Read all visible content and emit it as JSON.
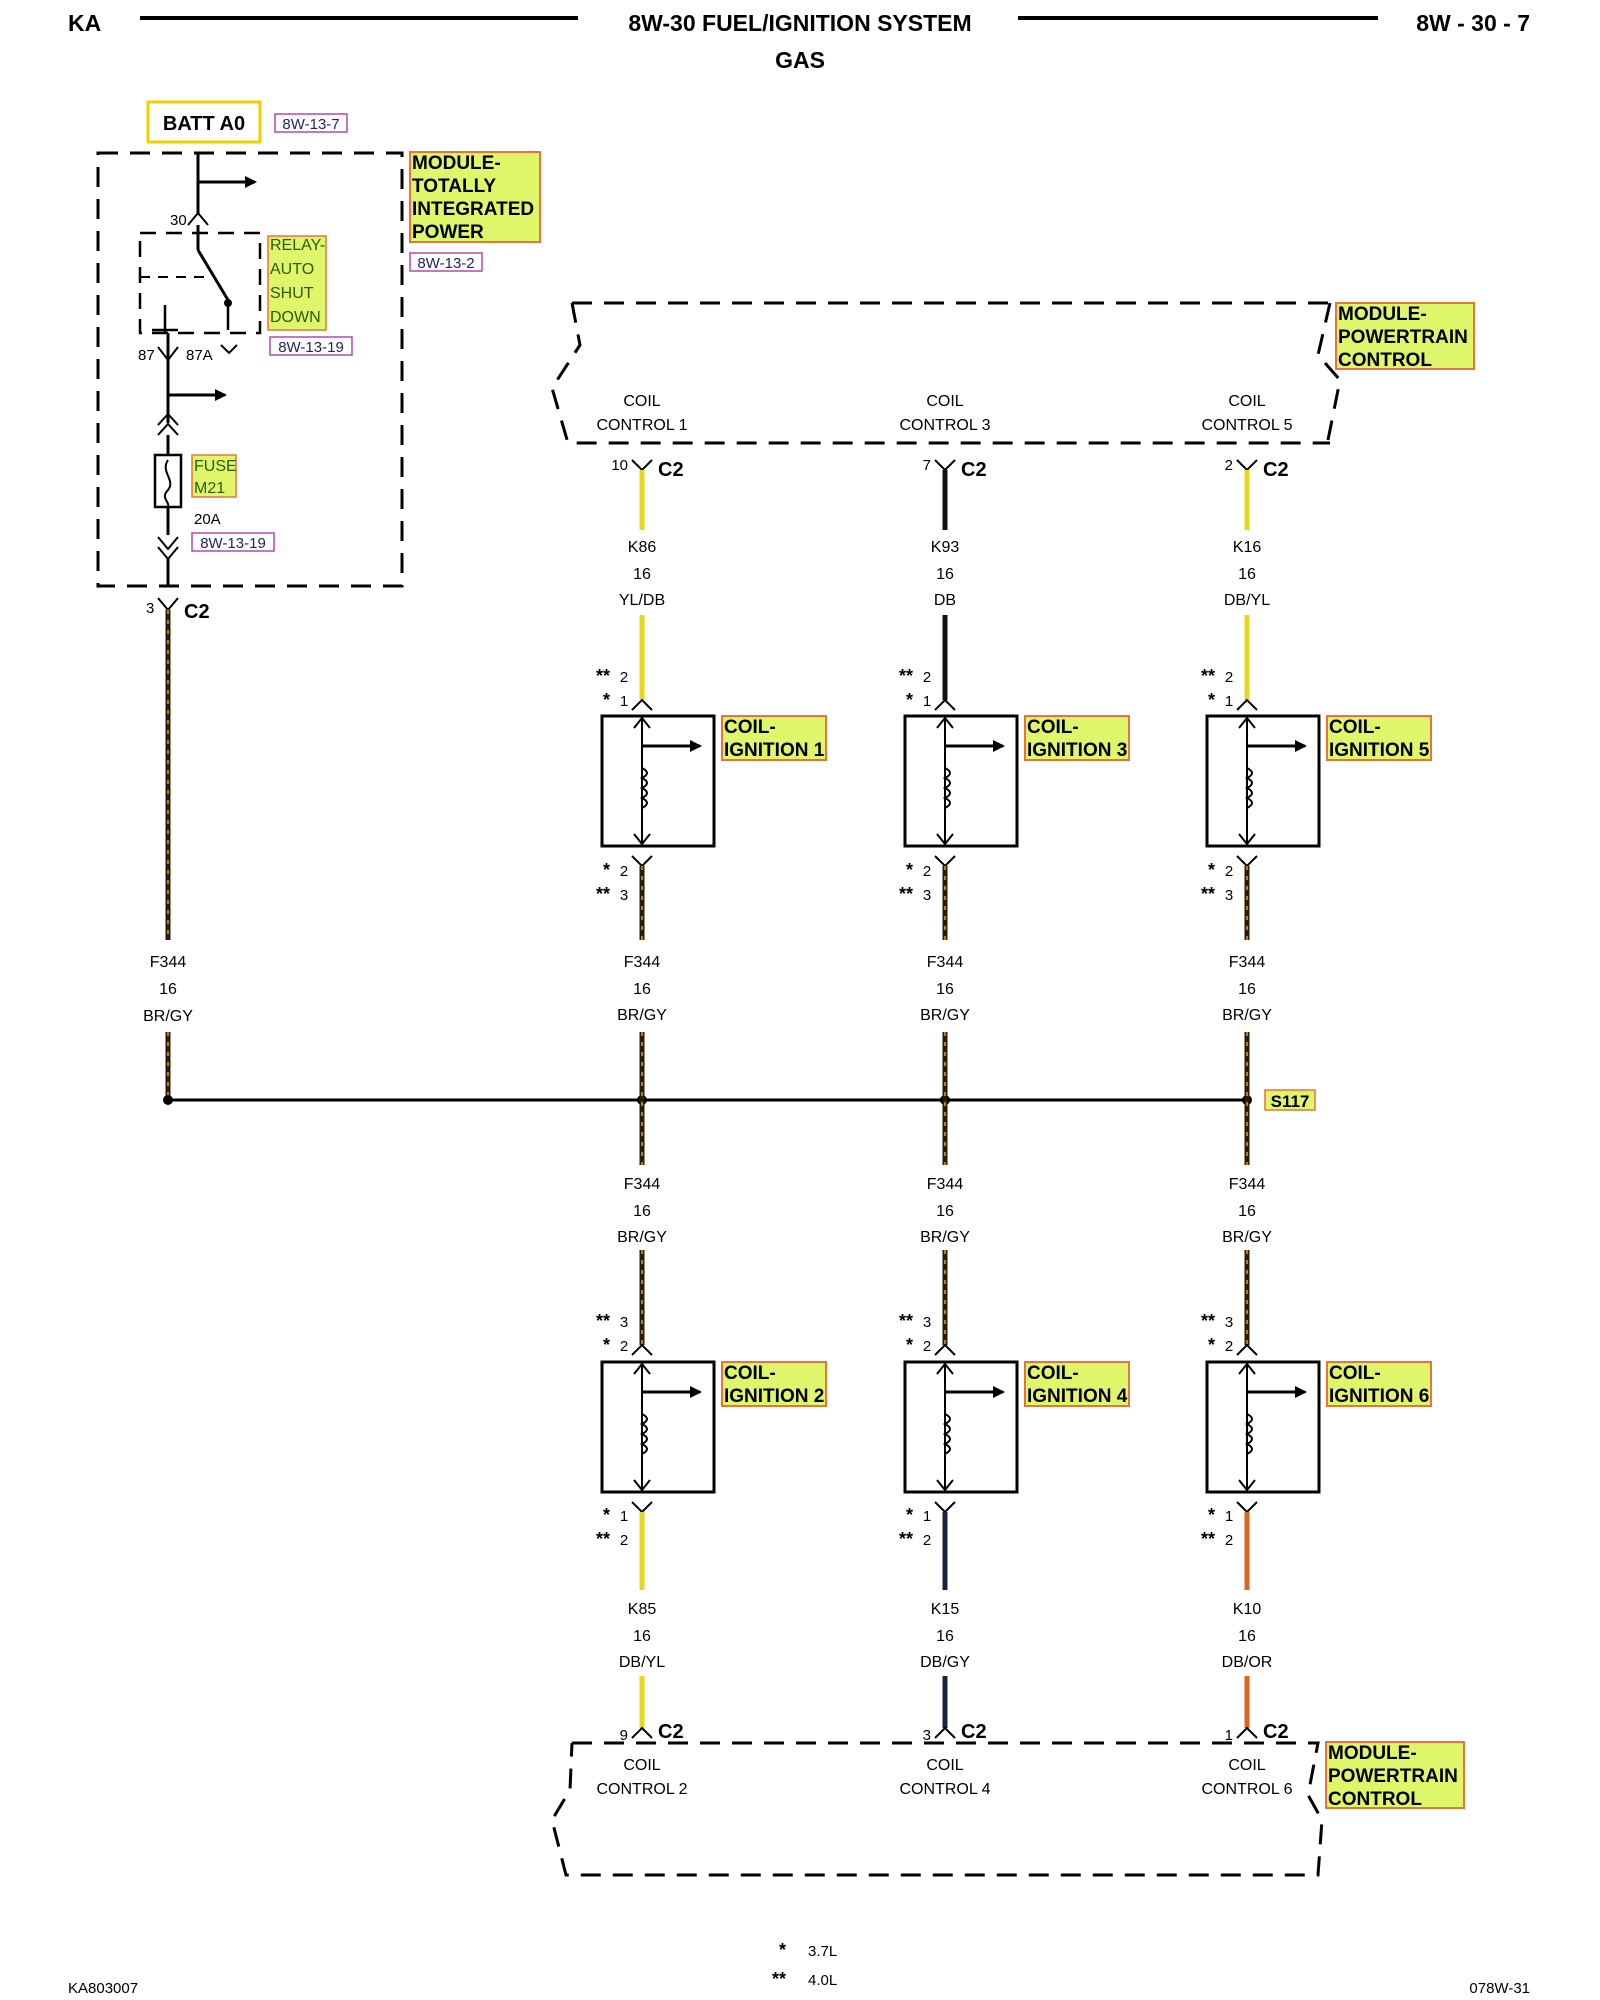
{
  "header": {
    "left": "KA",
    "title": "8W-30 FUEL/IGNITION SYSTEM",
    "subtitle": "GAS",
    "page": "8W - 30 - 7"
  },
  "tipm": {
    "batt_label": "BATT A0",
    "batt_ref": "8W-13-7",
    "module_lines": [
      "MODULE-",
      "TOTALLY",
      "INTEGRATED",
      "POWER"
    ],
    "module_ref": "8W-13-2",
    "relay_lines": [
      "RELAY-",
      "AUTO",
      "SHUT",
      "DOWN"
    ],
    "relay_ref": "8W-13-19",
    "pin_30": "30",
    "pin_87": "87",
    "pin_87a": "87A",
    "fuse_lines": [
      "FUSE",
      "M21"
    ],
    "fuse_rating": "20A",
    "fuse_ref": "8W-13-19",
    "out_pin": "3",
    "out_conn": "C2",
    "wire": {
      "circuit": "F344",
      "gauge": "16",
      "color": "BR/GY"
    }
  },
  "pcm_top": {
    "module_lines": [
      "MODULE-",
      "POWERTRAIN",
      "CONTROL"
    ],
    "pins": [
      {
        "line1": "COIL",
        "line2": "CONTROL 1",
        "pin": "10",
        "conn": "C2"
      },
      {
        "line1": "COIL",
        "line2": "CONTROL 3",
        "pin": "7",
        "conn": "C2"
      },
      {
        "line1": "COIL",
        "line2": "CONTROL 5",
        "pin": "2",
        "conn": "C2"
      }
    ]
  },
  "top_wires": [
    {
      "circuit": "K86",
      "gauge": "16",
      "color": "YL/DB",
      "hex": "#e8d81a"
    },
    {
      "circuit": "K93",
      "gauge": "16",
      "color": "DB",
      "hex": "#111111"
    },
    {
      "circuit": "K16",
      "gauge": "16",
      "color": "DB/YL",
      "hex": "#e8d81a"
    }
  ],
  "coils_top": [
    {
      "lines": [
        "COIL-",
        "IGNITION 1"
      ],
      "pin_a_star": "**",
      "pin_a": "2",
      "pin_b_star": "*",
      "pin_b": "1",
      "pin_c_star": "*",
      "pin_c": "2",
      "pin_d_star": "**",
      "pin_d": "3"
    },
    {
      "lines": [
        "COIL-",
        "IGNITION 3"
      ],
      "pin_a_star": "**",
      "pin_a": "2",
      "pin_b_star": "*",
      "pin_b": "1",
      "pin_c_star": "*",
      "pin_c": "2",
      "pin_d_star": "**",
      "pin_d": "3"
    },
    {
      "lines": [
        "COIL-",
        "IGNITION 5"
      ],
      "pin_a_star": "**",
      "pin_a": "2",
      "pin_b_star": "*",
      "pin_b": "1",
      "pin_c_star": "*",
      "pin_c": "2",
      "pin_d_star": "**",
      "pin_d": "3"
    }
  ],
  "mid_wire": {
    "circuit": "F344",
    "gauge": "16",
    "color": "BR/GY"
  },
  "splice": "S117",
  "coils_bottom": [
    {
      "lines": [
        "COIL-",
        "IGNITION 2"
      ],
      "pin_a_star": "**",
      "pin_a": "3",
      "pin_b_star": "*",
      "pin_b": "2",
      "pin_c_star": "*",
      "pin_c": "1",
      "pin_d_star": "**",
      "pin_d": "2"
    },
    {
      "lines": [
        "COIL-",
        "IGNITION 4"
      ],
      "pin_a_star": "**",
      "pin_a": "3",
      "pin_b_star": "*",
      "pin_b": "2",
      "pin_c_star": "*",
      "pin_c": "1",
      "pin_d_star": "**",
      "pin_d": "2"
    },
    {
      "lines": [
        "COIL-",
        "IGNITION 6"
      ],
      "pin_a_star": "**",
      "pin_a": "3",
      "pin_b_star": "*",
      "pin_b": "2",
      "pin_c_star": "*",
      "pin_c": "1",
      "pin_d_star": "**",
      "pin_d": "2"
    }
  ],
  "bottom_wires": [
    {
      "circuit": "K85",
      "gauge": "16",
      "color": "DB/YL",
      "hex": "#e8d81a"
    },
    {
      "circuit": "K15",
      "gauge": "16",
      "color": "DB/GY",
      "hex": "#1a2440"
    },
    {
      "circuit": "K10",
      "gauge": "16",
      "color": "DB/OR",
      "hex": "#d9661a"
    }
  ],
  "pcm_bottom": {
    "module_lines": [
      "MODULE-",
      "POWERTRAIN",
      "CONTROL"
    ],
    "pins": [
      {
        "line1": "COIL",
        "line2": "CONTROL 2",
        "pin": "9",
        "conn": "C2"
      },
      {
        "line1": "COIL",
        "line2": "CONTROL 4",
        "pin": "3",
        "conn": "C2"
      },
      {
        "line1": "COIL",
        "line2": "CONTROL 6",
        "pin": "1",
        "conn": "C2"
      }
    ]
  },
  "legend": [
    {
      "mark": "*",
      "text": "3.7L"
    },
    {
      "mark": "**",
      "text": "4.0L"
    }
  ],
  "footer": {
    "left": "KA803007",
    "right": "078W-31"
  },
  "colors": {
    "highlight": "#dff56a",
    "highlight_border": "#e8743a",
    "batt_border": "#f0d000",
    "ref_border": "#b04ab0",
    "power_wire": "#2b1a0a",
    "power_wire_stripe": "#d9a21a"
  }
}
